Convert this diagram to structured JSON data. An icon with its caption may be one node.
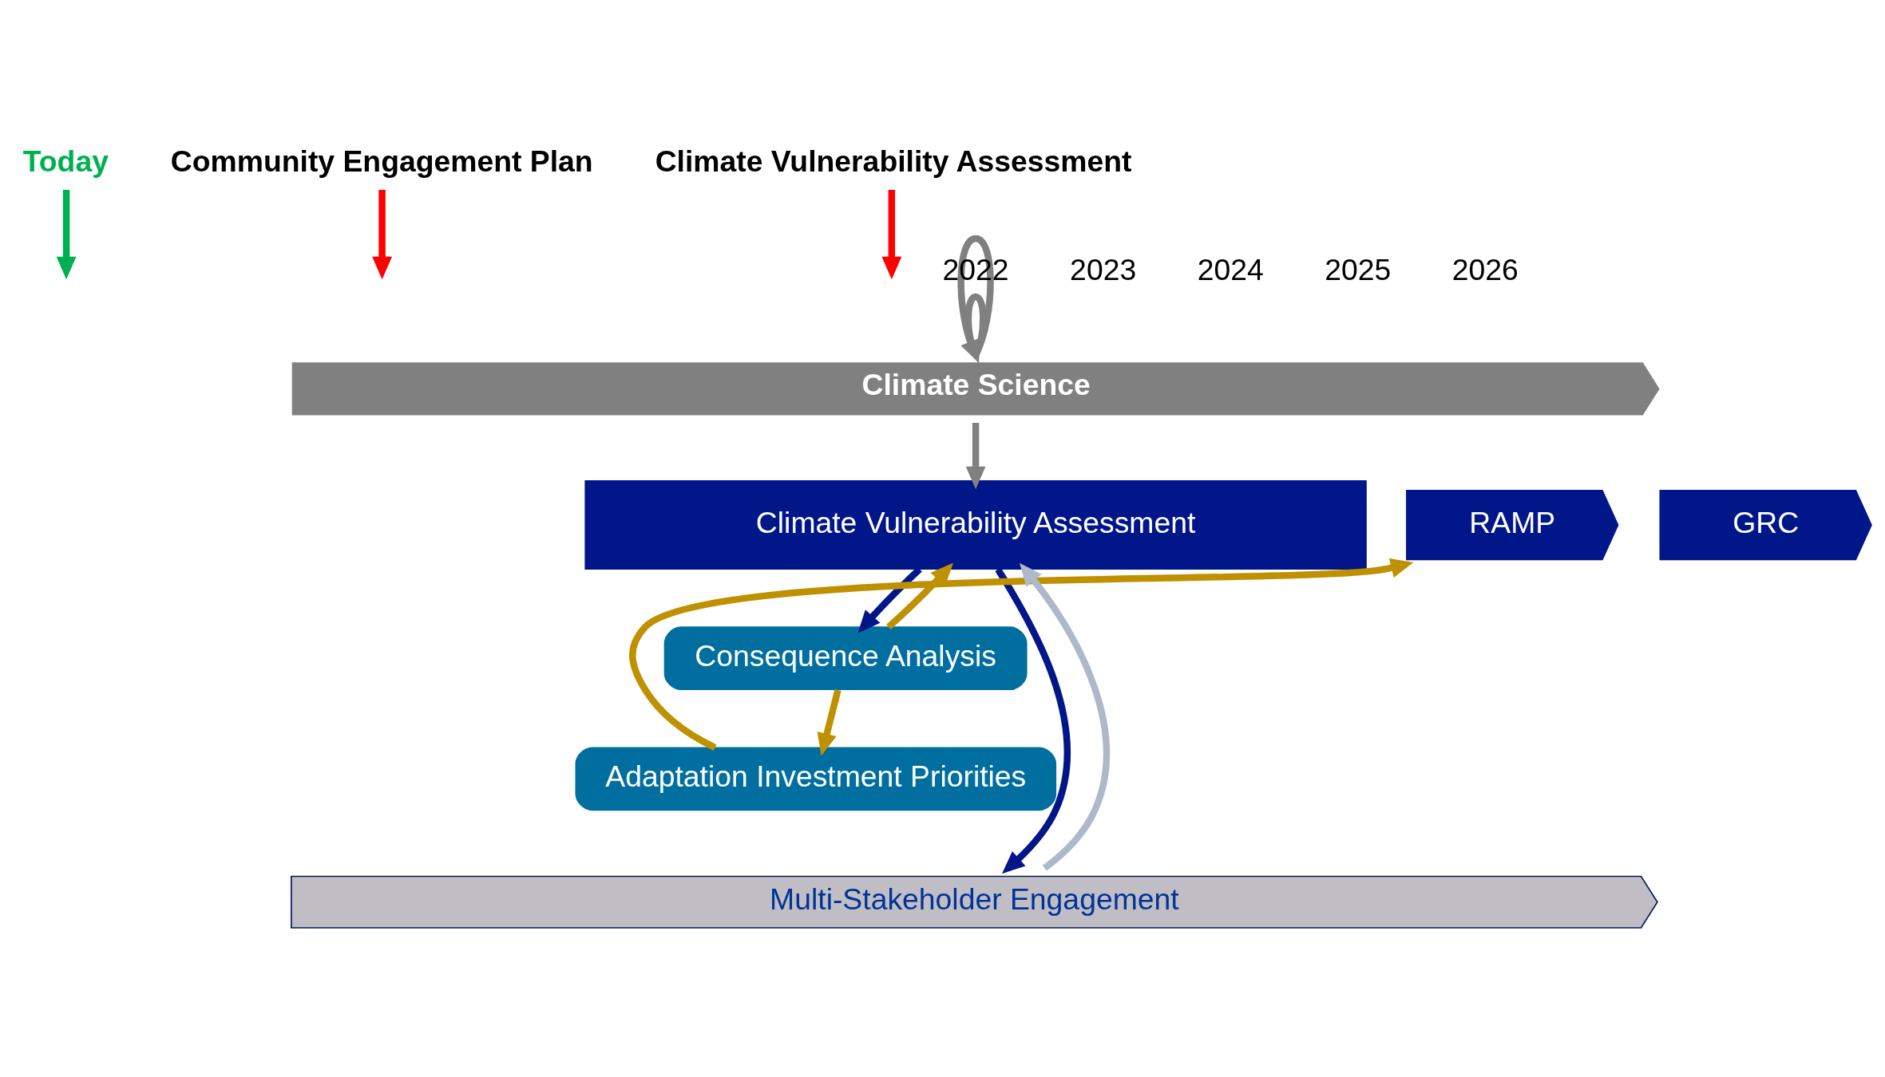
{
  "diagram": {
    "nodes": [
      {
        "text": [
          "Today"
        ]
      },
      {
        "text": [
          "Community Engagement Plan"
        ]
      },
      {
        "text": [
          "Climate Vulnerability Assessment"
        ]
      },
      {
        "text": [
          "Climate Science"
        ]
      },
      {
        "text": [
          "Climate Vulnerability Assessment"
        ]
      },
      {
        "text": [
          "RAMP"
        ]
      },
      {
        "text": [
          "GRC"
        ]
      },
      {
        "text": [
          "Consequence Analysis"
        ]
      },
      {
        "text": [
          "Adaptation Investment Priorities"
        ]
      },
      {
        "text": [
          "Multi-Stakeholder Engagement"
        ]
      }
    ],
    "edges": [
      {
        "from": 0,
        "to": null,
        "arrow": "to",
        "color": "#00b050"
      },
      {
        "from": 1,
        "to": null,
        "arrow": "to",
        "color": "#ff0000"
      },
      {
        "from": 2,
        "to": null,
        "arrow": "to",
        "color": "#ff0000"
      },
      {
        "from": 3,
        "to": 3,
        "arrow": "to",
        "color": "#808080"
      },
      {
        "from": 3,
        "to": 3,
        "arrow": "to",
        "color": "#808080"
      },
      {
        "from": 3,
        "to": 4,
        "arrow": "to",
        "color": "#808080"
      },
      {
        "from": 4,
        "to": 9,
        "arrow": "to",
        "color": "#001689"
      },
      {
        "from": 9,
        "to": 4,
        "arrow": "to",
        "color": "#adb9ca"
      },
      {
        "from": 4,
        "to": 7,
        "arrow": "to",
        "color": "#001689"
      },
      {
        "from": 7,
        "to": 4,
        "arrow": "to",
        "color": "#bf9000"
      },
      {
        "from": 7,
        "to": 8,
        "arrow": "to",
        "color": "#bf9000"
      },
      {
        "from": 8,
        "to": 5,
        "arrow": "to",
        "color": "#bf9000"
      }
    ],
    "labels": [
      "2022",
      "2023",
      "2024",
      "2025",
      "2026"
    ]
  }
}
